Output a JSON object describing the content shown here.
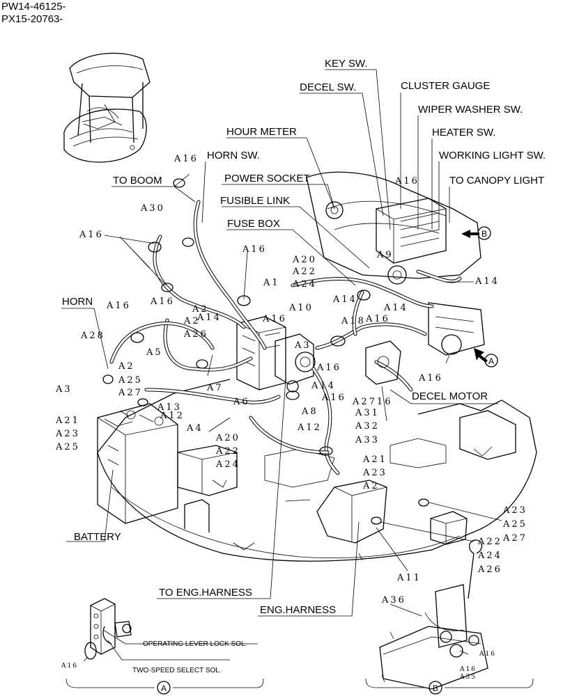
{
  "header": {
    "line1": "PW14-46125-",
    "line2": "PX15-20763-"
  },
  "labels": {
    "key_sw": "KEY SW.",
    "decel_sw": "DECEL SW.",
    "cluster_gauge": "CLUSTER GAUGE",
    "wiper_washer_sw": "WIPER WASHER SW.",
    "heater_sw": "HEATER SW.",
    "hour_meter": "HOUR METER",
    "working_light_sw": "WORKING LIGHT SW.",
    "horn_sw": "HORN SW.",
    "to_canopy_light": "TO CANOPY LIGHT",
    "to_boom": "TO BOOM",
    "power_socket": "POWER SOCKET",
    "fusible_link": "FUSIBLE LINK",
    "fuse_box": "FUSE BOX",
    "horn": "HORN",
    "decel_motor": "DECEL MOTOR",
    "battery": "BATTERY",
    "to_eng_harness": "TO ENG.HARNESS",
    "eng_harness": "ENG.HARNESS",
    "operating_lever_lock_sol": "OPERATING LEVER LOCK SOL.",
    "two_speed_select_sol": "TWO-SPEED SELECT SOL.",
    "view_a": "A",
    "view_b": "B"
  },
  "refs": {
    "a16": "A16",
    "a30": "A30",
    "a1": "A1",
    "a20": "A20",
    "a22": "A22",
    "a24": "A24",
    "a21": "A21",
    "a14": "A14",
    "a26": "A26",
    "a10": "A10",
    "a18": "A18",
    "a28": "A28",
    "a5": "A5",
    "a25": "A25",
    "a27": "A27",
    "a3": "A3",
    "a13": "A13",
    "a2": "A2",
    "a7": "A7",
    "a6": "A6",
    "a12": "A12",
    "a4": "A4",
    "a23": "A23",
    "a8": "A8",
    "a9": "A9",
    "a31": "A31",
    "a32": "A32",
    "a33": "A33",
    "a11": "A11",
    "a36": "A36",
    "a35": "A35",
    "a2716": "A2716",
    "a2_2": "A2"
  }
}
